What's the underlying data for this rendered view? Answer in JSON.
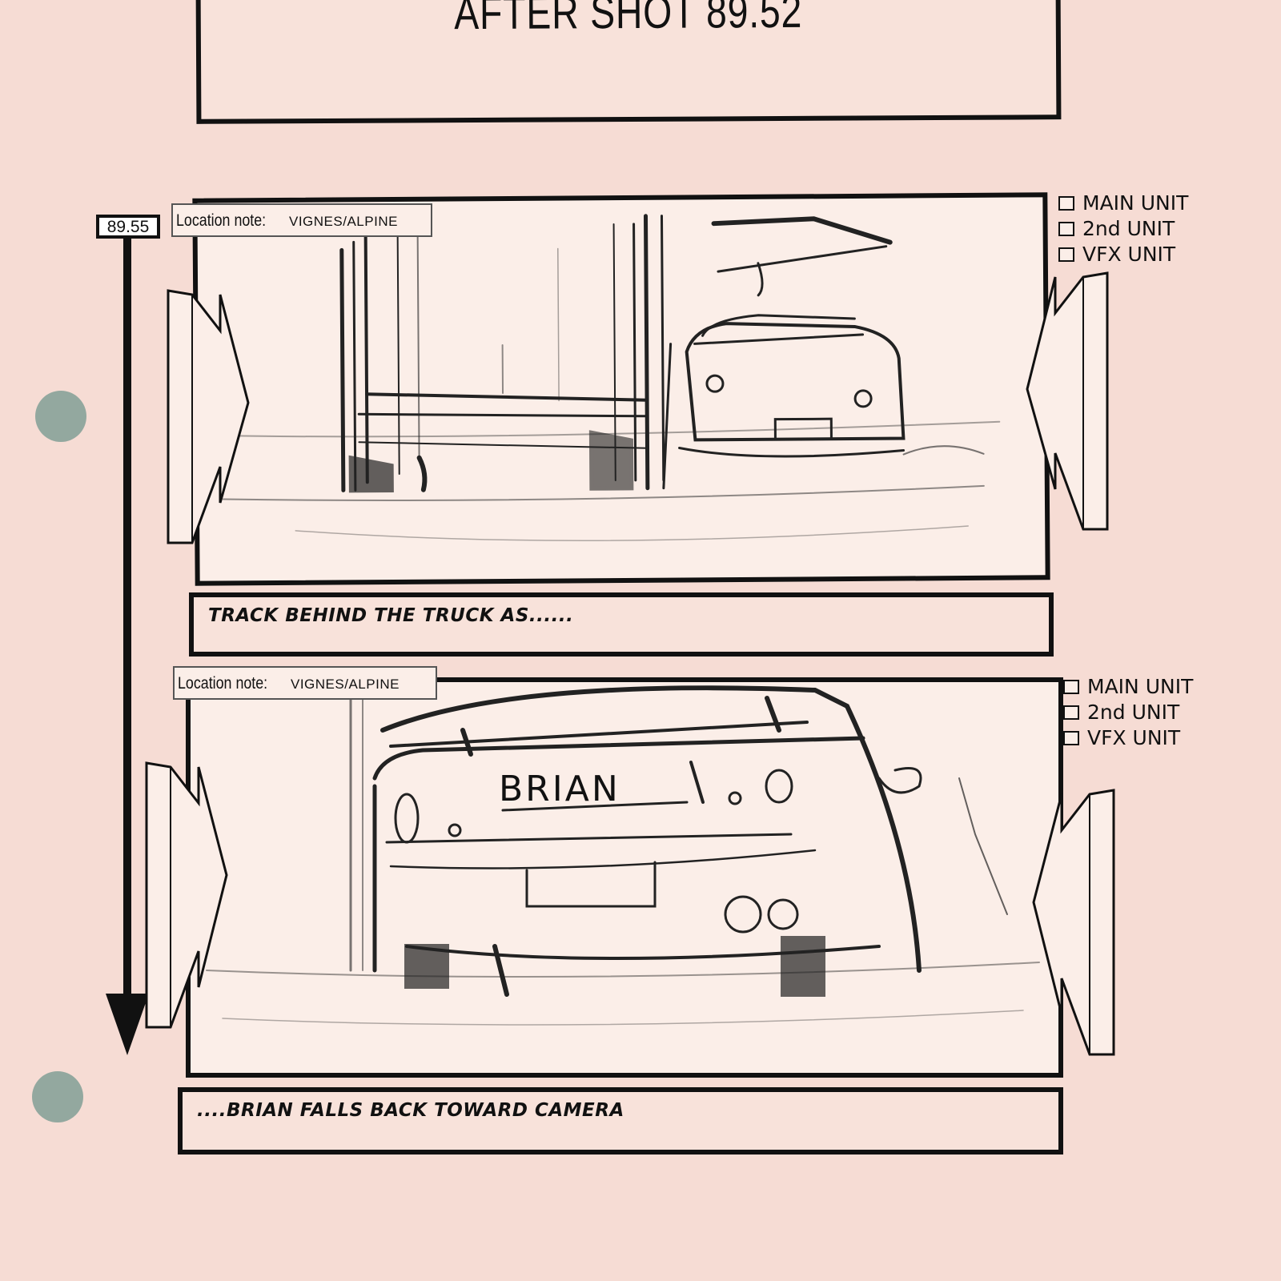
{
  "header": {
    "title": "AFTER SHOT 89.52"
  },
  "shot": {
    "number": "89.55"
  },
  "panels": [
    {
      "location_label": "Location note:",
      "location_value": "VIGNES/ALPINE",
      "units": [
        "MAIN UNIT",
        "2nd UNIT",
        "VFX UNIT"
      ],
      "caption": "TRACK BEHIND THE TRUCK AS......"
    },
    {
      "location_label": "Location note:",
      "location_value": "VIGNES/ALPINE",
      "units": [
        "MAIN UNIT",
        "2nd UNIT",
        "VFX UNIT"
      ],
      "caption": "....BRIAN FALLS BACK TOWARD CAMERA",
      "sketch_text": "BRIAN"
    }
  ]
}
